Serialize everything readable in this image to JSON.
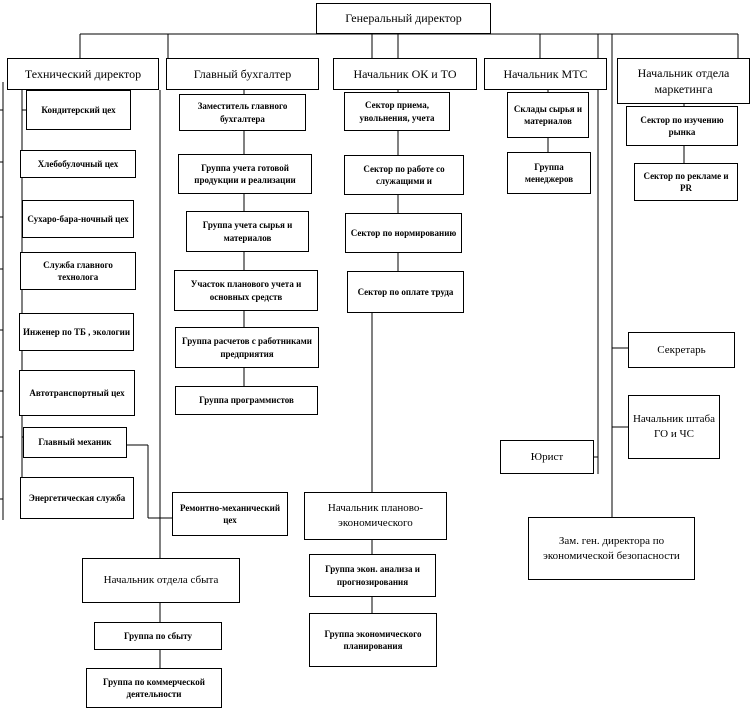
{
  "title": "Генеральный директор",
  "heads": {
    "tech": "Технический директор",
    "accountant": "Главный бухгалтер",
    "hr": "Начальник ОК и ТО",
    "mts": "Начальник МТС",
    "marketing": "Начальник отдела маркетинга"
  },
  "tech_units": [
    "Кондитерский цех",
    "Хлебобулочный цех",
    "Сухаро-бара-ночный цех",
    "Служба главного технолога",
    "Инженер по ТБ , экологии",
    "Автотранспортный цех",
    "Главный механик",
    "Энергетическая служба"
  ],
  "accountant_units": [
    "Заместитель главного бухгалтера",
    "Группа учета готовой продукции и реализации",
    "Группа учета сырья и материалов",
    "Участок планового учета и основных средств",
    "Группа расчетов с работниками предприятия",
    "Группа программистов"
  ],
  "repair": "Ремонтно-механический цех",
  "hr_units": [
    "Сектор приема, увольнения, учета",
    "Сектор по работе со служащими и",
    "Сектор по нормированию",
    "Сектор по оплате труда"
  ],
  "mts_units": [
    "Склады сырья и материалов",
    "Группа менеджеров"
  ],
  "marketing_units": [
    "Сектор по изучению рынка",
    "Сектор по рекламе и PR"
  ],
  "secretary": "Секретарь",
  "civil_defense": "Начальник штаба ГО и ЧС",
  "lawyer": "Юрист",
  "planning": {
    "head": "Начальник планово-экономического",
    "units": [
      "Группа экон. анализа и прогнозирования",
      "Группа экономического планирования"
    ]
  },
  "security_deputy": "Зам. ген. директора по экономической безопасности",
  "sales": {
    "head": "Начальник отдела сбыта",
    "units": [
      "Группа по сбыту",
      "Группа по коммерческой деятельности"
    ]
  }
}
